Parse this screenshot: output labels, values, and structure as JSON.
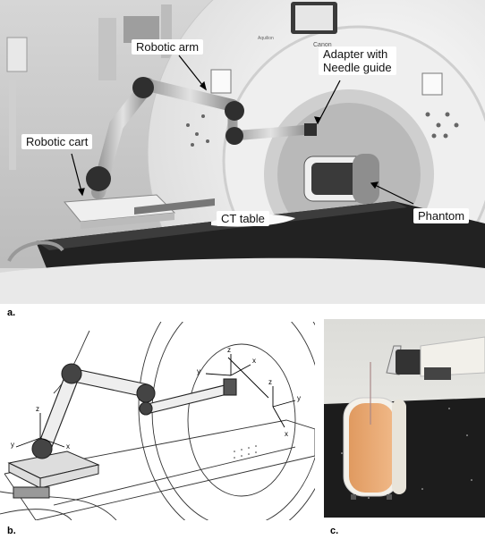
{
  "figure": {
    "panels": [
      {
        "letter": "a."
      },
      {
        "letter": "b."
      },
      {
        "letter": "c."
      }
    ],
    "callouts": {
      "robotic_arm": "Robotic arm",
      "adapter_line1": "Adapter with",
      "adapter_line2": "Needle guide",
      "robotic_cart": "Robotic cart",
      "ct_table": "CT table",
      "phantom": "Phantom"
    },
    "scanner_branding": {
      "brand": "Canon",
      "model": "Aquilion"
    },
    "axes": {
      "x": "x",
      "y": "y",
      "z": "z"
    }
  }
}
